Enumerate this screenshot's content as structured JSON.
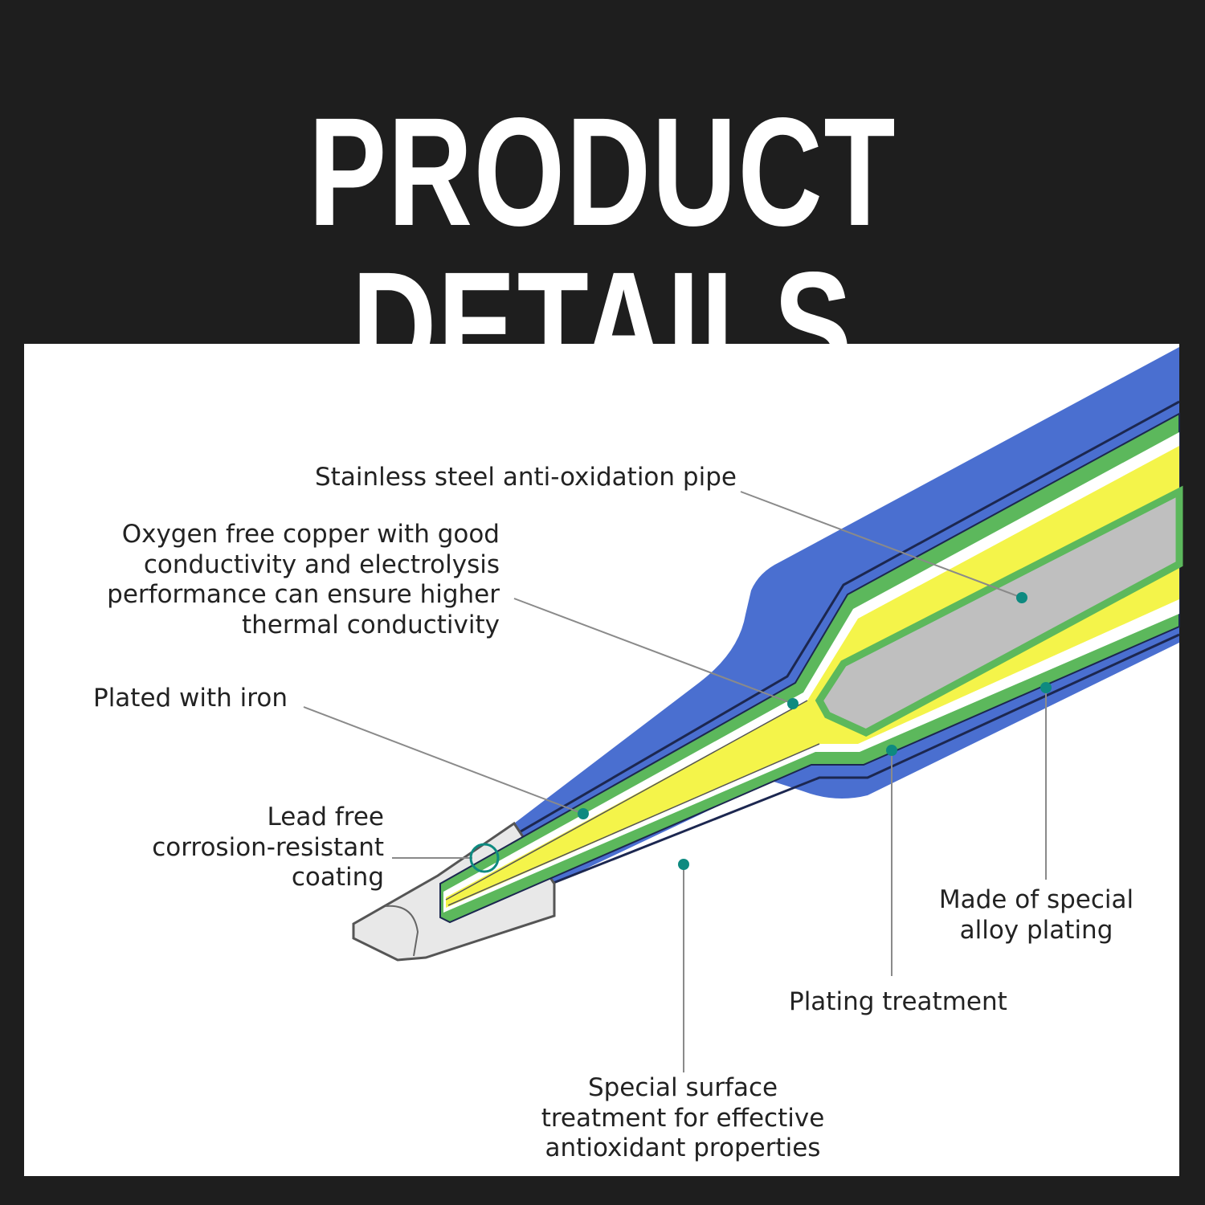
{
  "title": "PRODUCT DETAILS",
  "labels": {
    "stainless": "Stainless steel anti-oxidation pipe",
    "oxygen": [
      "Oxygen free copper with good",
      "conductivity and electrolysis",
      "performance can ensure higher",
      "thermal conductivity"
    ],
    "iron": "Plated with iron",
    "lead": [
      "Lead free",
      "corrosion-resistant",
      "coating"
    ],
    "alloy": [
      "Made of special",
      "alloy plating"
    ],
    "plating": "Plating treatment",
    "surface": [
      "Special surface",
      "treatment for effective",
      "antioxidant properties"
    ]
  },
  "colors": {
    "blue": "#4a6fd0",
    "green": "#5cb85c",
    "yellow": "#f4f44a",
    "grey": "#bfbfbf",
    "navy": "#1c2750",
    "dot": "#0e8a80",
    "leader": "#8a8a8a"
  }
}
